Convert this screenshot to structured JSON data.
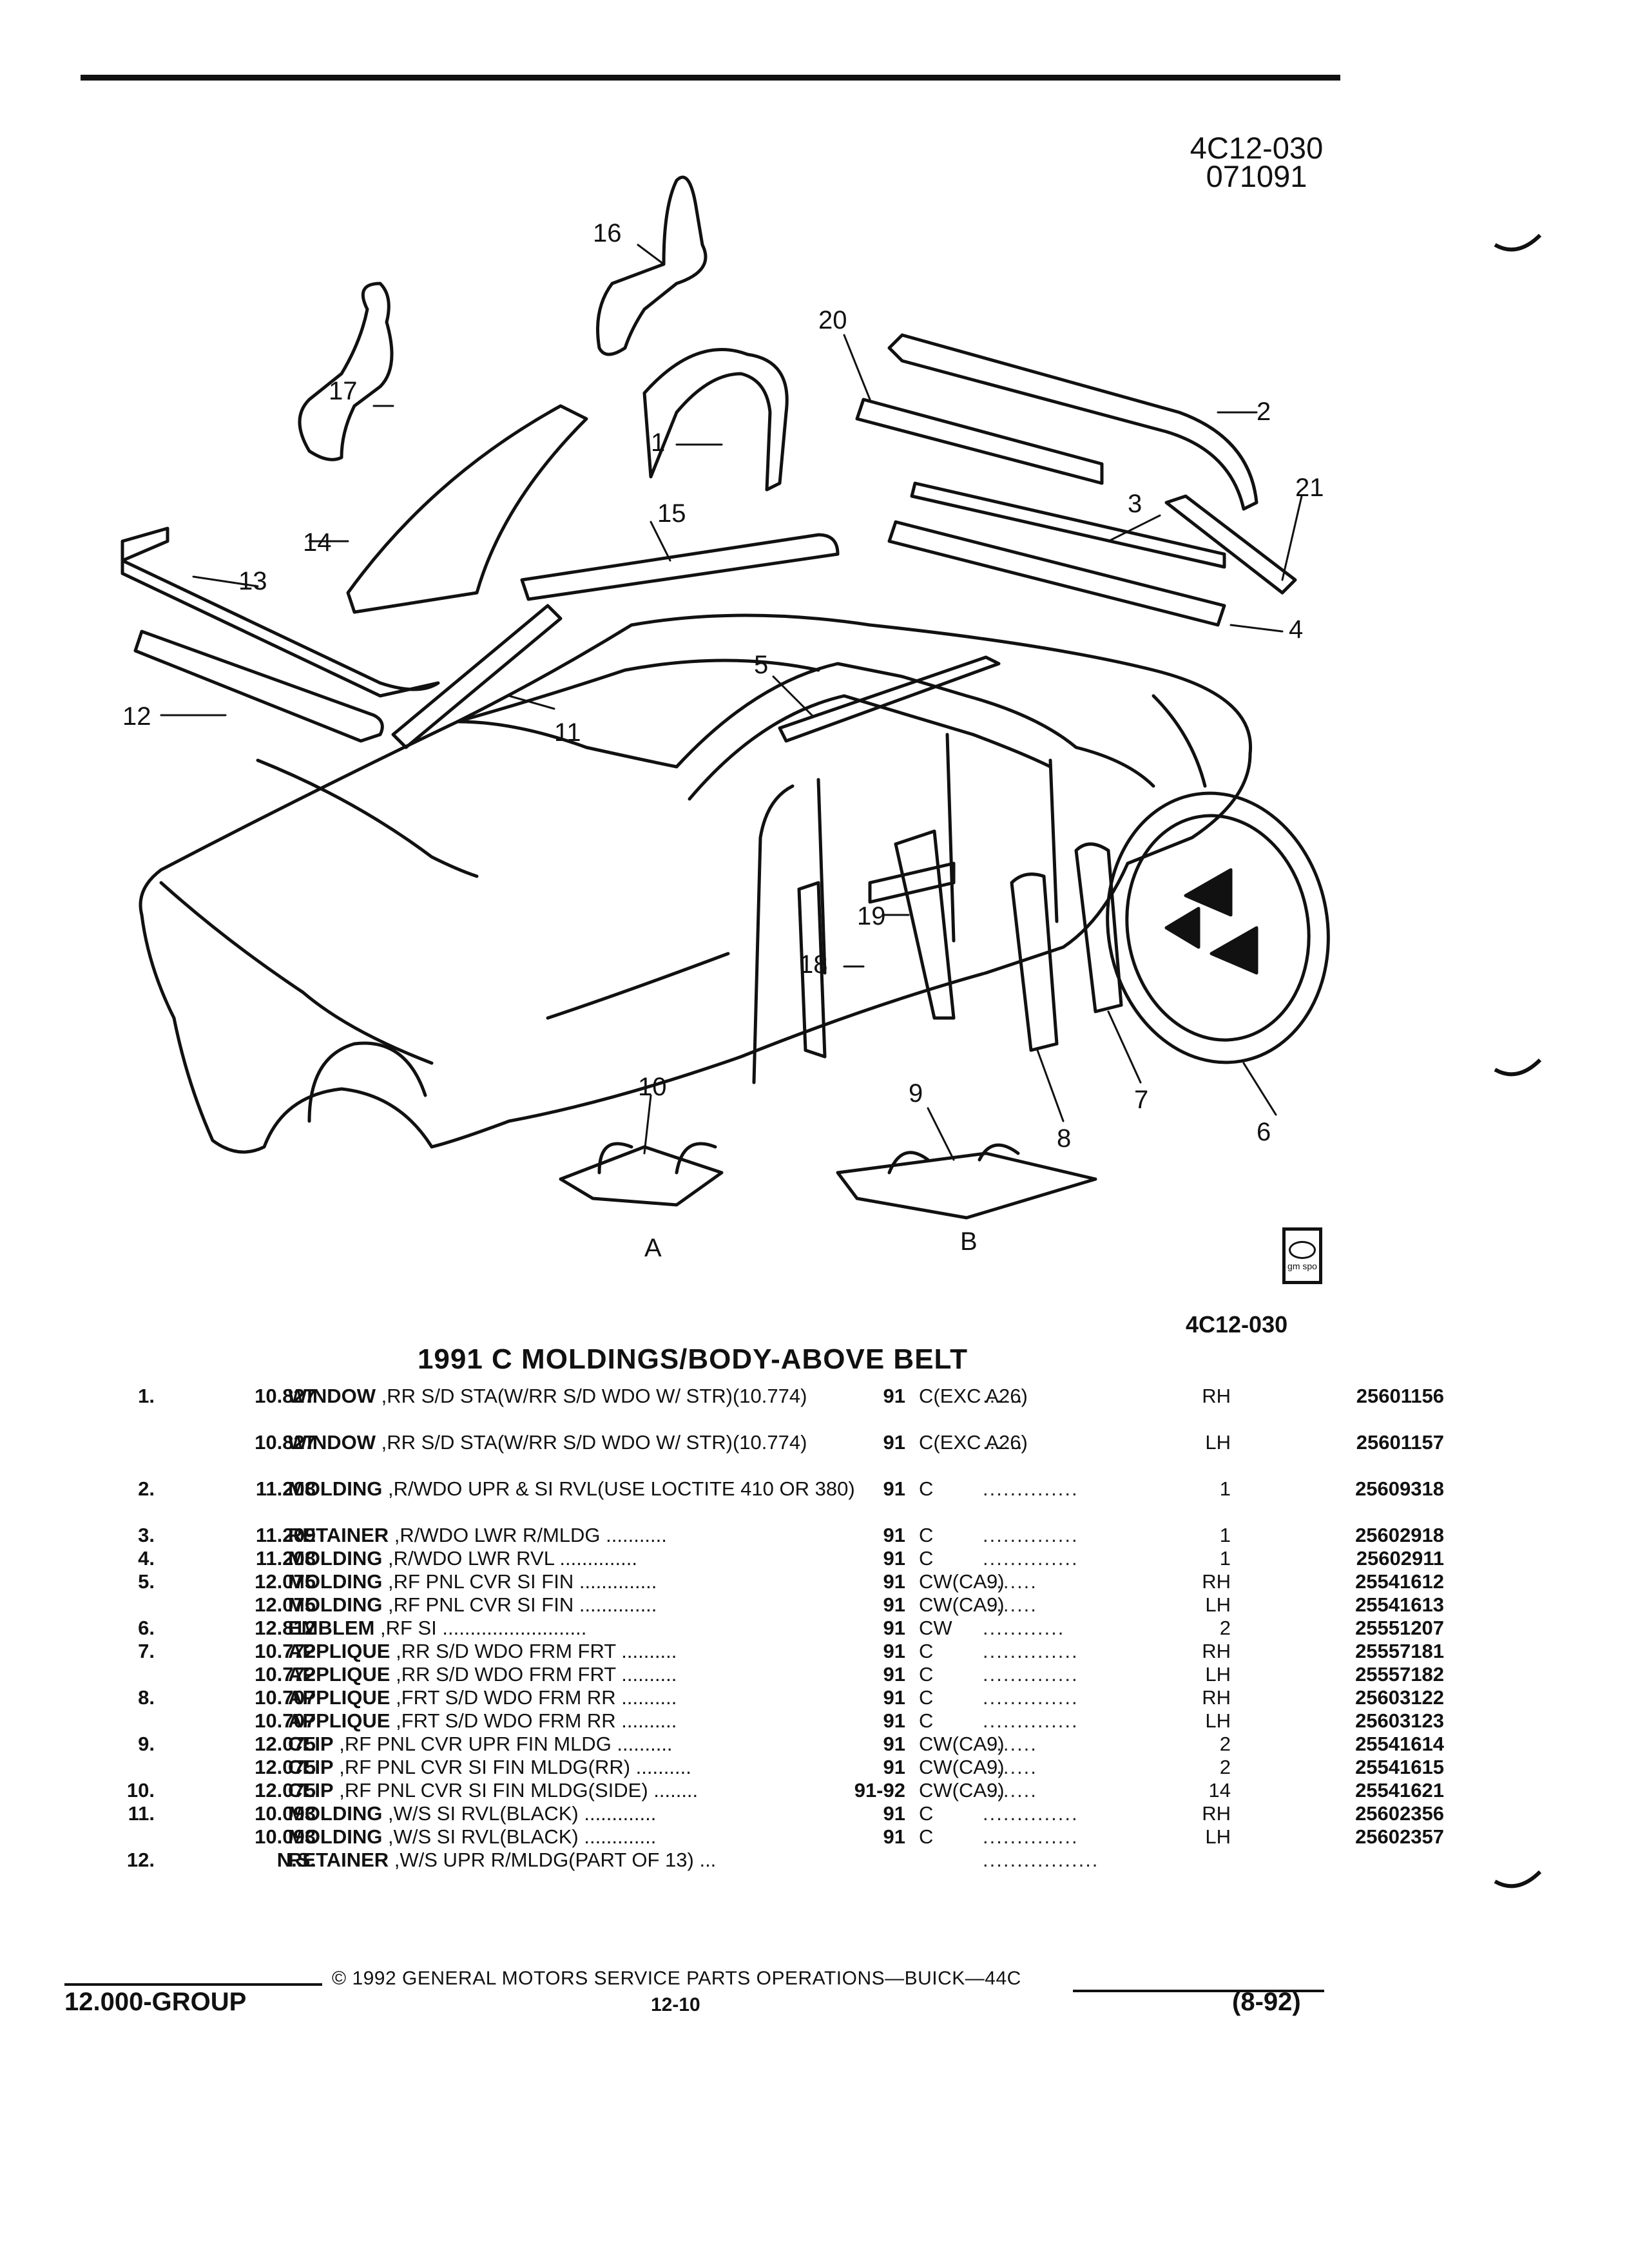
{
  "header": {
    "code_line1": "4C12-030",
    "code_line2": "071091"
  },
  "figure": {
    "callouts": [
      "1",
      "2",
      "3",
      "4",
      "5",
      "6",
      "7",
      "8",
      "9",
      "10",
      "11",
      "12",
      "13",
      "14",
      "15",
      "16",
      "17",
      "18",
      "19",
      "20",
      "21"
    ],
    "detail_a": "A",
    "detail_b": "B",
    "badge_text": "gm spo",
    "fig_code": "4C12-030"
  },
  "catalog": {
    "title": "1991 C MOLDINGS/BODY-ABOVE BELT",
    "rows": [
      {
        "num": "1.",
        "grp": "10.827",
        "name": "WINDOW",
        "desc": ",RR S/D STA(W/RR S/D WDO W/ STR)(10.774)",
        "yr": "91",
        "body": "C(EXC A26)",
        "dots": "......",
        "qty": "RH",
        "pn": "25601156"
      },
      {
        "num": "",
        "grp": "10.827",
        "name": "WINDOW",
        "desc": ",RR S/D STA(W/RR S/D WDO W/ STR)(10.774)",
        "yr": "91",
        "body": "C(EXC A26)",
        "dots": "......",
        "qty": "LH",
        "pn": "25601157"
      },
      {
        "num": "2.",
        "grp": "11.208",
        "name": "MOLDING",
        "desc": ",R/WDO UPR & SI RVL(USE LOCTITE 410 OR 380)",
        "yr": "91",
        "body": "C",
        "dots": "..............",
        "qty": "1",
        "pn": "25609318"
      },
      {
        "num": "3.",
        "grp": "11.209",
        "name": "RETAINER",
        "desc": ",R/WDO LWR R/MLDG  ...........",
        "yr": "91",
        "body": "C",
        "dots": "..............",
        "qty": "1",
        "pn": "25602918"
      },
      {
        "num": "4.",
        "grp": "11.208",
        "name": "MOLDING",
        "desc": ",R/WDO LWR RVL  ..............",
        "yr": "91",
        "body": "C",
        "dots": "..............",
        "qty": "1",
        "pn": "25602911"
      },
      {
        "num": "5.",
        "grp": "12.075",
        "name": "MOLDING",
        "desc": ",RF PNL CVR SI FIN  ..............",
        "yr": "91",
        "body": "CW(CA9)",
        "dots": "........",
        "qty": "RH",
        "pn": "25541612"
      },
      {
        "num": "",
        "grp": "12.075",
        "name": "MOLDING",
        "desc": ",RF PNL CVR SI FIN  ..............",
        "yr": "91",
        "body": "CW(CA9)",
        "dots": "........",
        "qty": "LH",
        "pn": "25541613"
      },
      {
        "num": "6.",
        "grp": "12.812",
        "name": "EMBLEM",
        "desc": ",RF SI  ..........................",
        "yr": "91",
        "body": "CW",
        "dots": "............",
        "qty": "2",
        "pn": "25551207"
      },
      {
        "num": "7.",
        "grp": "10.772",
        "name": "APPLIQUE",
        "desc": ",RR S/D WDO FRM FRT  ..........",
        "yr": "91",
        "body": "C",
        "dots": "..............",
        "qty": "RH",
        "pn": "25557181"
      },
      {
        "num": "",
        "grp": "10.772",
        "name": "APPLIQUE",
        "desc": ",RR S/D WDO FRM FRT  ..........",
        "yr": "91",
        "body": "C",
        "dots": "..............",
        "qty": "LH",
        "pn": "25557182"
      },
      {
        "num": "8.",
        "grp": "10.707",
        "name": "APPLIQUE",
        "desc": ",FRT S/D WDO FRM RR  ..........",
        "yr": "91",
        "body": "C",
        "dots": "..............",
        "qty": "RH",
        "pn": "25603122"
      },
      {
        "num": "",
        "grp": "10.707",
        "name": "APPLIQUE",
        "desc": ",FRT S/D WDO FRM RR  ..........",
        "yr": "91",
        "body": "C",
        "dots": "..............",
        "qty": "LH",
        "pn": "25603123"
      },
      {
        "num": "9.",
        "grp": "12.075",
        "name": "CLIP",
        "desc": ",RF PNL CVR UPR FIN MLDG  ..........",
        "yr": "91",
        "body": "CW(CA9)",
        "dots": "........",
        "qty": "2",
        "pn": "25541614"
      },
      {
        "num": "",
        "grp": "12.075",
        "name": "CLIP",
        "desc": ",RF PNL CVR SI FIN MLDG(RR)  ..........",
        "yr": "91",
        "body": "CW(CA9)",
        "dots": "........",
        "qty": "2",
        "pn": "25541615"
      },
      {
        "num": "10.",
        "grp": "12.075",
        "name": "CLIP",
        "desc": ",RF PNL CVR SI FIN MLDG(SIDE)  ........",
        "yr": "91-92",
        "body": "CW(CA9)",
        "dots": "........",
        "qty": "14",
        "pn": "25541621"
      },
      {
        "num": "11.",
        "grp": "10.093",
        "name": "MOLDING",
        "desc": ",W/S SI RVL(BLACK)  .............",
        "yr": "91",
        "body": "C",
        "dots": "..............",
        "qty": "RH",
        "pn": "25602356"
      },
      {
        "num": "",
        "grp": "10.093",
        "name": "MOLDING",
        "desc": ",W/S SI RVL(BLACK)  .............",
        "yr": "91",
        "body": "C",
        "dots": "..............",
        "qty": "LH",
        "pn": "25602357"
      },
      {
        "num": "12.",
        "grp": "N.S.",
        "name": "RETAINER",
        "desc": ",W/S UPR R/MLDG(PART OF 13)  ...",
        "yr": "",
        "body": "",
        "dots": ".................",
        "qty": "",
        "pn": ""
      }
    ]
  },
  "footer": {
    "copyright": "© 1992 GENERAL MOTORS SERVICE PARTS OPERATIONS—BUICK—44C",
    "group": "12.000-GROUP",
    "page": "12-10",
    "revision": "(8-92)"
  }
}
